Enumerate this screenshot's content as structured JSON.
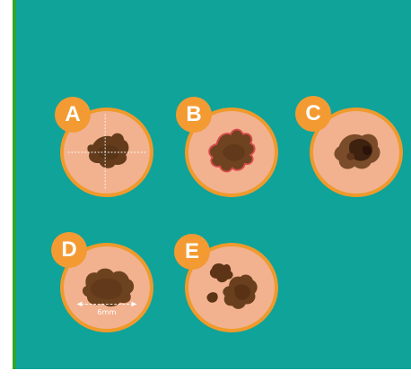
{
  "cards": [
    {
      "label": "A"
    },
    {
      "label": "B"
    },
    {
      "label": "C"
    },
    {
      "label": "D",
      "measurement": "6mm"
    },
    {
      "label": "E"
    }
  ],
  "colors": {
    "background": "#0fa39a",
    "skin": "#f2b28f",
    "skin_border": "#ef9a2c",
    "badge": "#f39b32",
    "mole_dark": "#5b3516",
    "mole_mid": "#7a4c2a",
    "border_highlight": "#d84b4b"
  },
  "icons": [
    "asymmetry-mole-icon",
    "border-mole-icon",
    "color-mole-icon",
    "diameter-mole-icon",
    "evolving-mole-icon"
  ]
}
